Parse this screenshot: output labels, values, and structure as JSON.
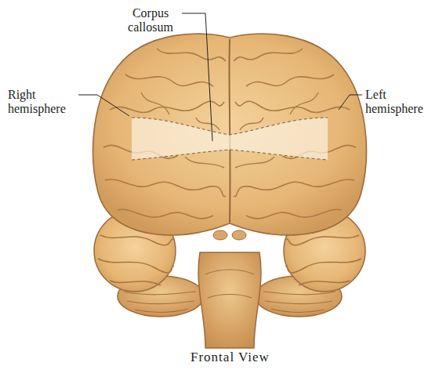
{
  "diagram": {
    "caption": "Frontal View",
    "labels": [
      "Corpus callosum",
      "Right hemisphere",
      "Left hemisphere"
    ]
  }
}
